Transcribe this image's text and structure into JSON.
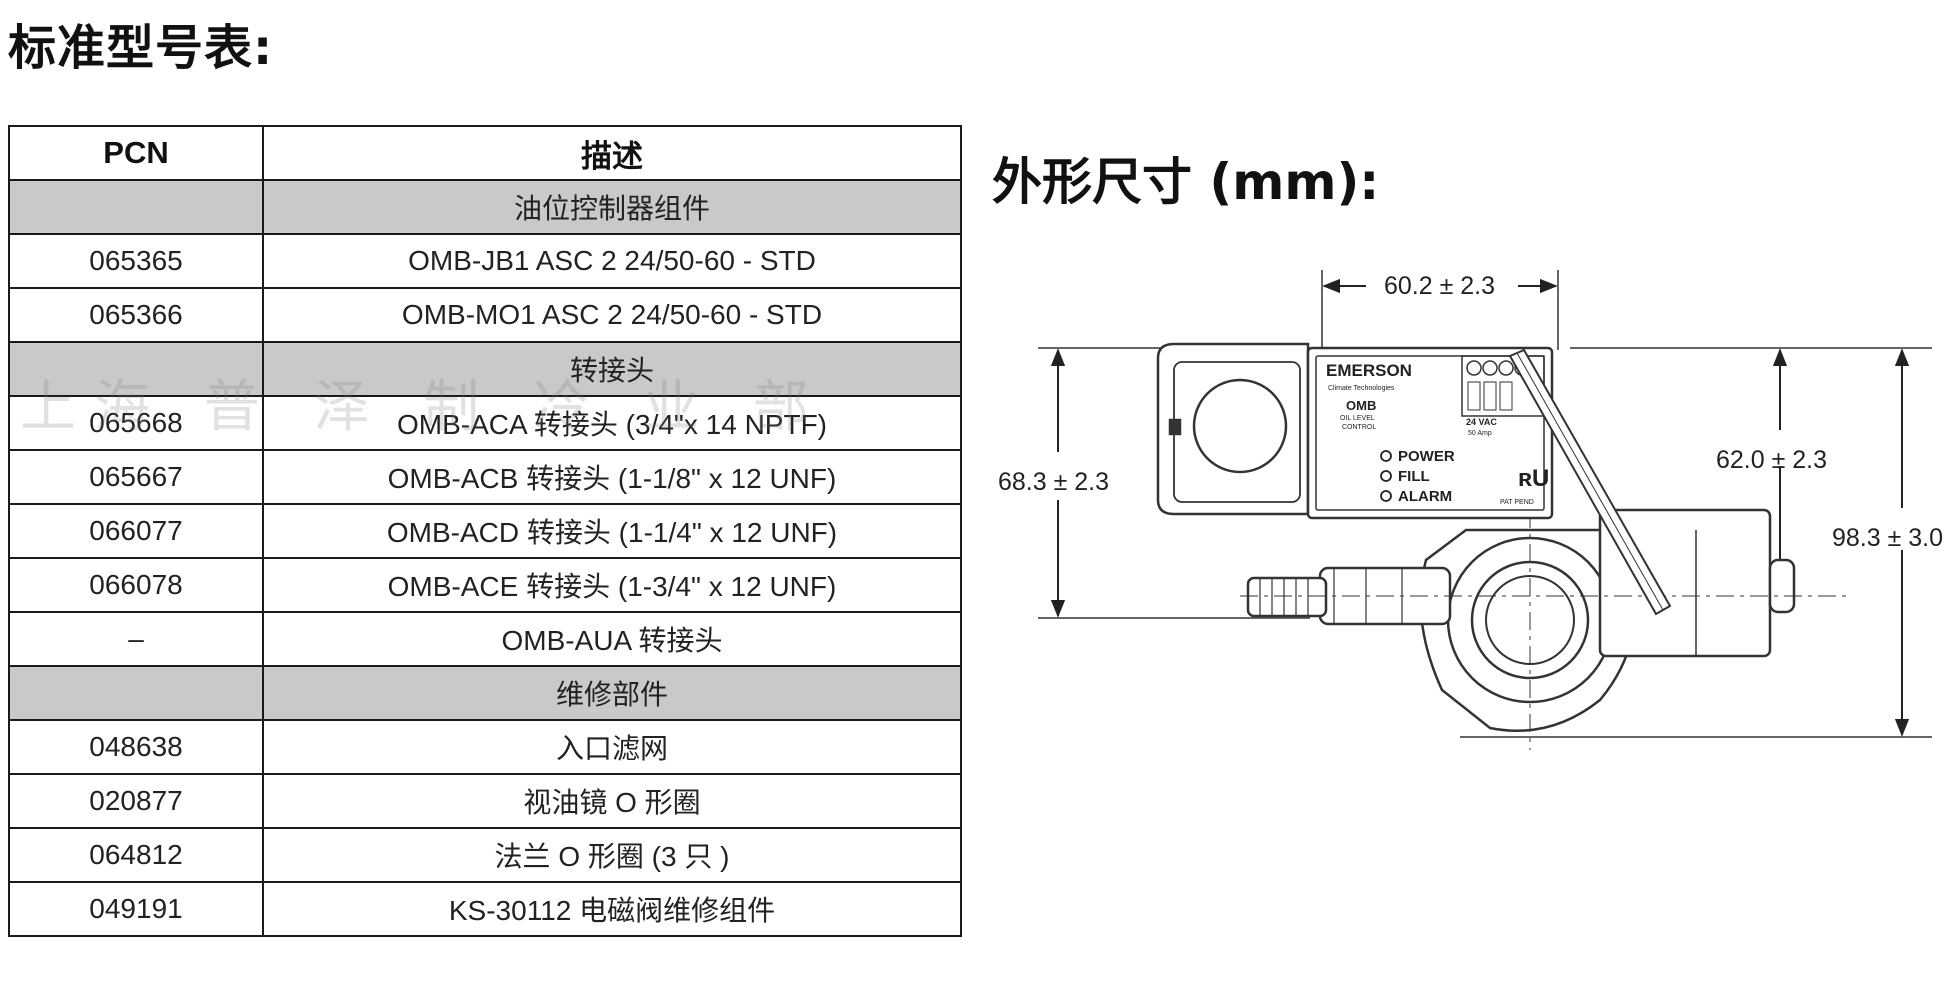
{
  "page": {
    "title": "标准型号表:"
  },
  "table": {
    "headers": [
      "PCN",
      "描述"
    ],
    "rows": [
      {
        "pcn": "",
        "desc": "油位控制器组件"
      },
      {
        "pcn": "065365",
        "desc": "OMB-JB1 ASC 2 24/50-60 - STD"
      },
      {
        "pcn": "065366",
        "desc": "OMB-MO1 ASC 2 24/50-60 - STD"
      },
      {
        "pcn": "",
        "desc": "转接头"
      },
      {
        "pcn": "065668",
        "desc": "OMB-ACA 转接头 (3/4\"x 14 NPTF)"
      },
      {
        "pcn": "065667",
        "desc": "OMB-ACB 转接头 (1-1/8\" x 12 UNF)"
      },
      {
        "pcn": "066077",
        "desc": "OMB-ACD 转接头 (1-1/4\" x 12 UNF)"
      },
      {
        "pcn": "066078",
        "desc": "OMB-ACE 转接头 (1-3/4\" x 12 UNF)"
      },
      {
        "pcn": "–",
        "desc": "OMB-AUA 转接头"
      },
      {
        "pcn": "",
        "desc": "维修部件"
      },
      {
        "pcn": "048638",
        "desc": "入口滤网"
      },
      {
        "pcn": "020877",
        "desc": "视油镜 O 形圈"
      },
      {
        "pcn": "064812",
        "desc": "法兰 O 形圈 (3 只 )"
      },
      {
        "pcn": "049191",
        "desc": "KS-30112 电磁阀维修组件"
      }
    ]
  },
  "watermark": "上海 普 泽 制 冷 业 部",
  "dimensions": {
    "title": "外形尺寸 (mm):",
    "width_top": "60.2 ± 2.3",
    "height_left": "68.3 ± 2.3",
    "height_right_inner": "62.0 ± 2.3",
    "height_right_outer": "98.3 ± 3.0"
  },
  "device": {
    "brand": "EMERSON",
    "brand_sub": "Climate Technologies",
    "model": "OMB",
    "model_sub_1": "OIL LEVEL",
    "model_sub_2": "CONTROL",
    "indicators": [
      "POWER",
      "FILL",
      "ALARM"
    ],
    "voltage": "24 VAC",
    "current": "50 Amp",
    "cert": "ʀU",
    "cert_sub": "PAT PEND"
  },
  "colors": {
    "section_bg": "#c9c9c9",
    "line": "#1a1a1a",
    "drawing": "#333333"
  }
}
